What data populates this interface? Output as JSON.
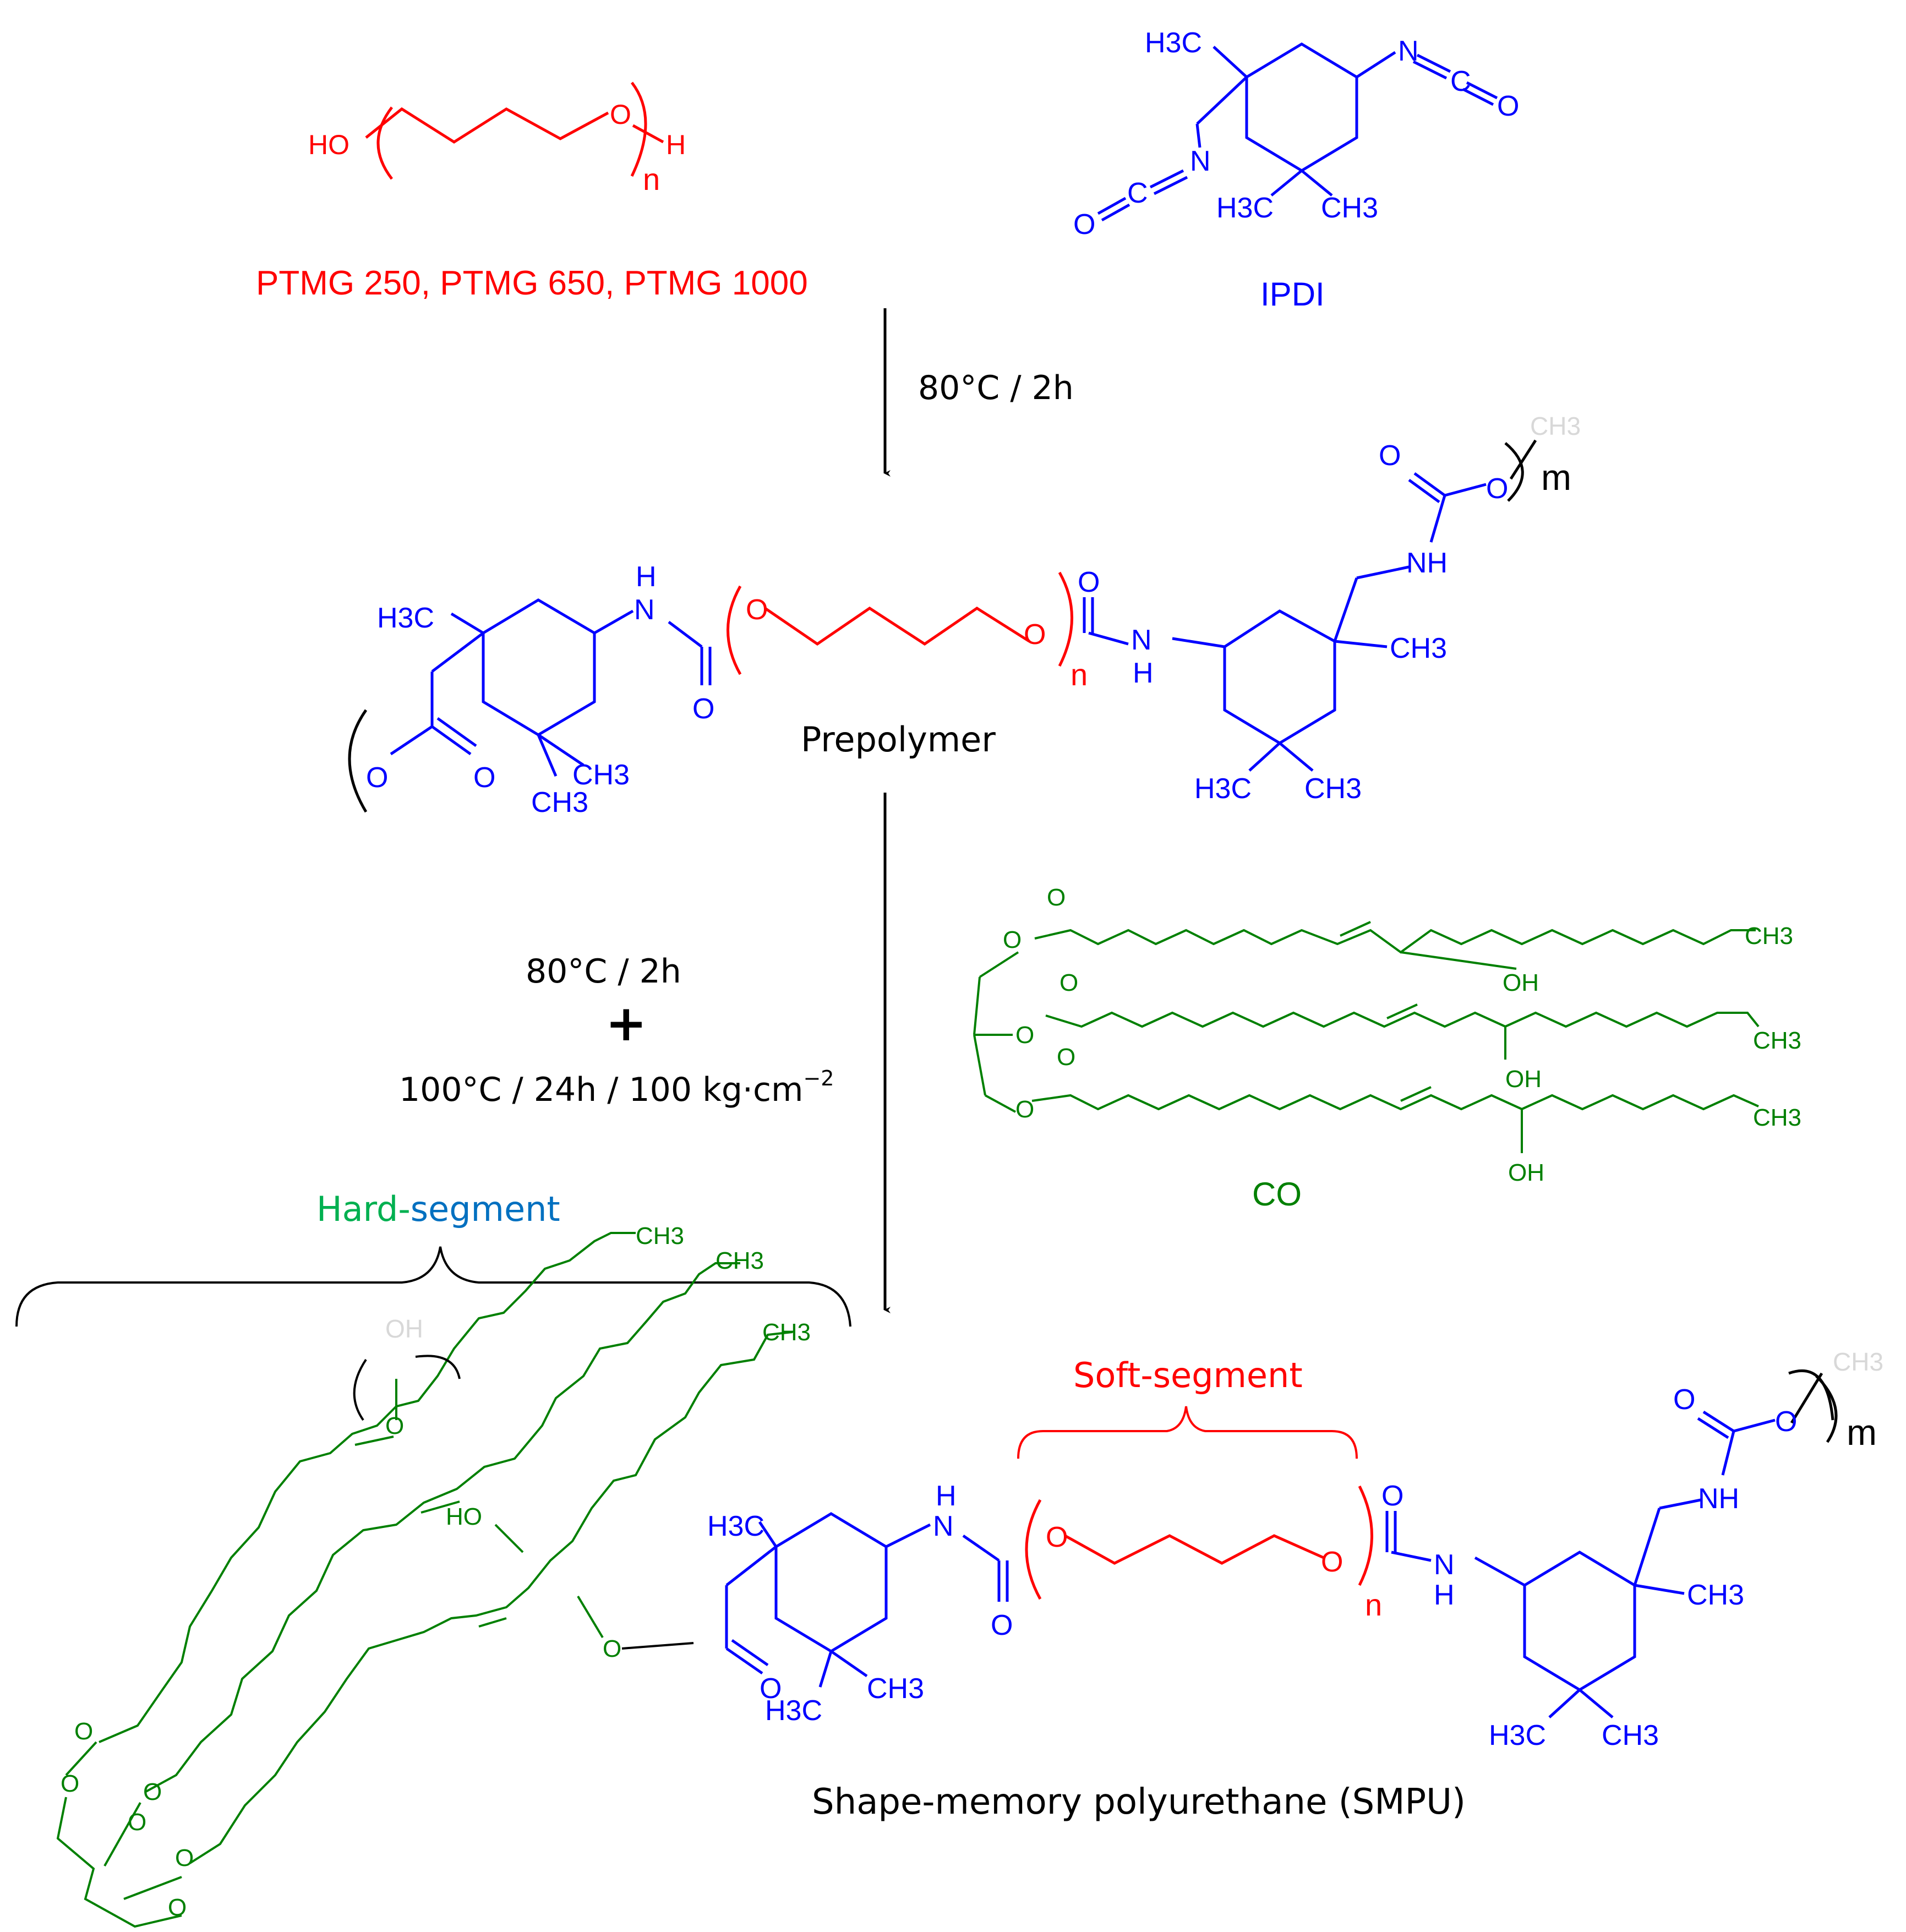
{
  "colors": {
    "polyol": "#ff0000",
    "isocyanate": "#0000ff",
    "castor_oil": "#008000",
    "segment_blue": "#0070c0",
    "text": "#000000",
    "ghost": "#d8d8d8"
  },
  "reactants": {
    "ptmg": {
      "ho": "HO",
      "h": "H",
      "o": "O",
      "n": "n",
      "label": "PTMG 250, PTMG 650, PTMG 1000"
    },
    "ipdi": {
      "h3c": "H3C",
      "ch3": "CH3",
      "n": "N",
      "c": "C",
      "o": "O",
      "eq": "=",
      "label": "IPDI"
    }
  },
  "step1": {
    "condition": "80°C / 2h"
  },
  "prepolymer": {
    "h3c": "H3C",
    "ch3": "CH3",
    "nh": "NH",
    "h": "H",
    "n_atom": "N",
    "o": "O",
    "n": "n",
    "m": "m",
    "ghost_ch3": "CH3",
    "label": "Prepolymer"
  },
  "step2": {
    "condition1": "80°C / 2h",
    "plus": "+",
    "condition2": "100°C / 24h / 100 kg·cm",
    "condition2_sup": "−2"
  },
  "castor_oil": {
    "ch3": "CH3",
    "oh": "OH",
    "o": "O",
    "label": "CO"
  },
  "smpu": {
    "hard_segment_part1": "Hard-",
    "hard_segment_part2": "segment",
    "soft_segment": "Soft-segment",
    "ch3": "CH3",
    "h3c": "H3C",
    "ho": "HO",
    "oh_ghost": "OH",
    "nh": "NH",
    "h": "H",
    "n_atom": "N",
    "o": "O",
    "n": "n",
    "m": "m",
    "label": "Shape-memory polyurethane (SMPU)"
  }
}
